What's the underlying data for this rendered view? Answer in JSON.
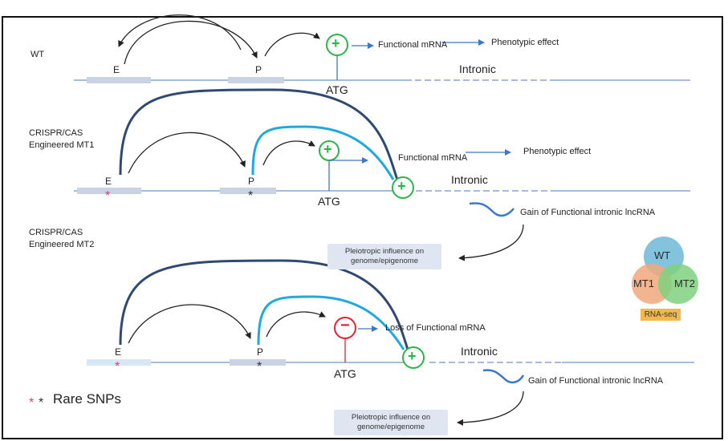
{
  "wt": {
    "title": "WT",
    "enhancer": "E",
    "promoter": "P",
    "atg": "ATG",
    "functional_mrna": "Functional mRNA",
    "phenotypic_effect": "Phenotypic effect",
    "intronic": "Intronic",
    "activation_symbol": "+"
  },
  "mt1": {
    "title_line1": "CRISPR/CAS",
    "title_line2": "Engineered MT1",
    "enhancer": "E",
    "promoter": "P",
    "atg": "ATG",
    "functional_mrna": "Functional mRNA",
    "phenotypic_effect": "Phenotypic effect",
    "intronic": "Intronic",
    "gain_lncrna": "Gain of Functional intronic lncRNA",
    "pleiotropic_line1": "Pleiotropic influence on",
    "pleiotropic_line2": "genome/epigenome",
    "activation_symbol": "+",
    "snp_symbol": "*"
  },
  "mt2": {
    "title_line1": "CRISPR/CAS",
    "title_line2": "Engineered MT2",
    "enhancer": "E",
    "promoter": "P",
    "atg": "ATG",
    "loss_mrna": "Loss of Functional mRNA",
    "intronic": "Intronic",
    "gain_lncrna": "Gain of Functional intronic lncRNA",
    "pleiotropic_line1": "Pleiotropic influence on",
    "pleiotropic_line2": "genome/epigenome",
    "activation_symbol": "+",
    "repression_symbol": "−",
    "snp_symbol": "*"
  },
  "legend": {
    "rare_snps": "Rare SNPs",
    "snp_symbol": "*"
  },
  "venn": {
    "wt": "WT",
    "mt1": "MT1",
    "mt2": "MT2",
    "badge": "RNA-seq"
  },
  "colors": {
    "activation_green": "#2db34a",
    "repression_red": "#e0242f",
    "arrow_blue": "#3a78c9",
    "dark_arc": "#2f4a72",
    "light_arc": "#20a8e0",
    "gene_line": "#8aa6cf",
    "exon_box": "#c9d3e3",
    "snp_pink": "#e5397a",
    "venn_wt": "#6fb8d8",
    "venn_mt1": "#f0a87b",
    "venn_mt2": "#7fd17f",
    "badge": "#f2b84b"
  }
}
